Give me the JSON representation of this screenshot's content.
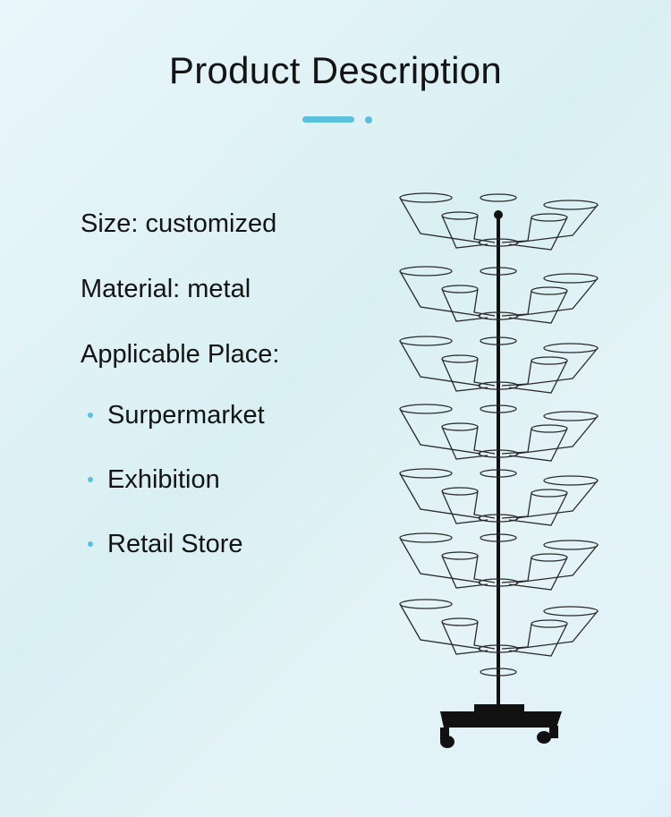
{
  "theme": {
    "accent": "#5bc0de"
  },
  "header": {
    "title": "Product Description"
  },
  "specs": [
    {
      "text": "Size: customized"
    },
    {
      "text": "Material: metal"
    },
    {
      "text": "Applicable Place:"
    }
  ],
  "applicable_places": [
    {
      "label": "Surpermarket"
    },
    {
      "label": "Exhibition"
    },
    {
      "label": "Retail Store"
    }
  ],
  "product_image": {
    "icon": "rotating-hat-display-rack-illustration"
  }
}
